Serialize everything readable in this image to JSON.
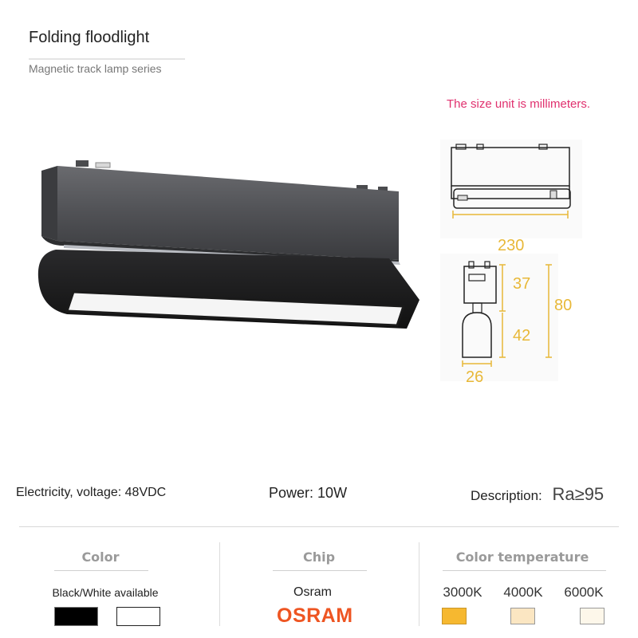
{
  "header": {
    "title": "Folding floodlight",
    "subtitle": "Magnetic track lamp series"
  },
  "note": "The size unit is millimeters.",
  "dimensions": {
    "length": "230",
    "top_height": "37",
    "bottom_height": "42",
    "total_height": "80",
    "width": "26"
  },
  "specs": {
    "electricity_label": "Electricity, voltage:",
    "electricity_value": "48VDC",
    "power_label": "Power:",
    "power_value": "10W",
    "description_label": "Description:",
    "description_value": "Ra≥95"
  },
  "color_section": {
    "heading": "Color",
    "text": "Black/White available",
    "swatches": [
      "#000000",
      "#ffffff"
    ]
  },
  "chip_section": {
    "heading": "Chip",
    "text": "Osram",
    "logo_text": "OSRAM"
  },
  "temperature_section": {
    "heading": "Color temperature",
    "options": [
      {
        "label": "3000K",
        "color": "#f6b830"
      },
      {
        "label": "4000K",
        "color": "#fbe6c2"
      },
      {
        "label": "6000K",
        "color": "#fdf7ea"
      }
    ]
  },
  "colors": {
    "accent_note": "#e0306e",
    "dimension": "#e8b838",
    "osram": "#ee5522"
  }
}
